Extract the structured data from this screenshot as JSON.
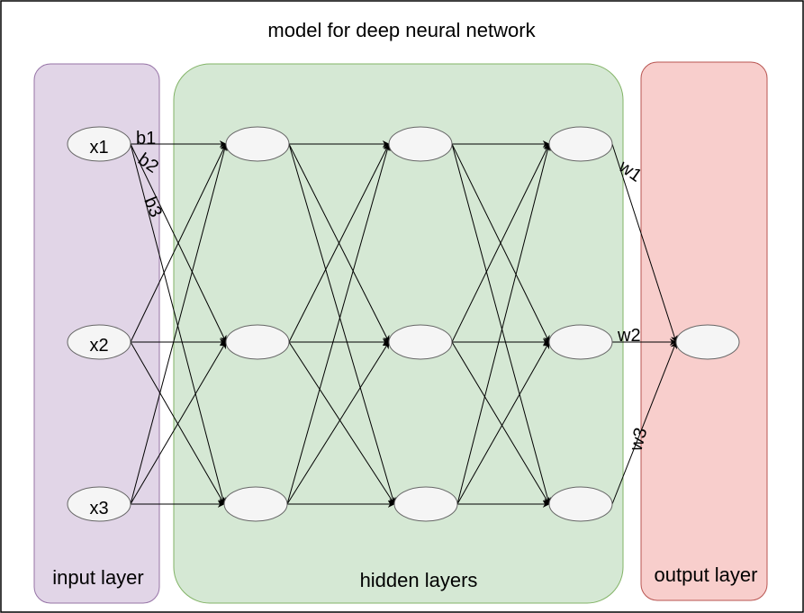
{
  "diagram": {
    "title": "model for deep neural network",
    "layers": {
      "input": {
        "label": "input layer",
        "fill": "#e1d5e7",
        "stroke": "#9673a6"
      },
      "hidden": {
        "label": "hidden layers",
        "fill": "#d5e8d4",
        "stroke": "#82b366"
      },
      "output": {
        "label": "output layer",
        "fill": "#f8cecc",
        "stroke": "#b85450"
      }
    },
    "input_nodes": [
      "x1",
      "x2",
      "x3"
    ],
    "bias_labels": [
      "b1",
      "b2",
      "b3"
    ],
    "weight_labels": [
      "w1",
      "w2",
      "w3"
    ],
    "node_fill": "#f5f5f5",
    "node_stroke": "#666666",
    "edge_color": "#000000"
  }
}
